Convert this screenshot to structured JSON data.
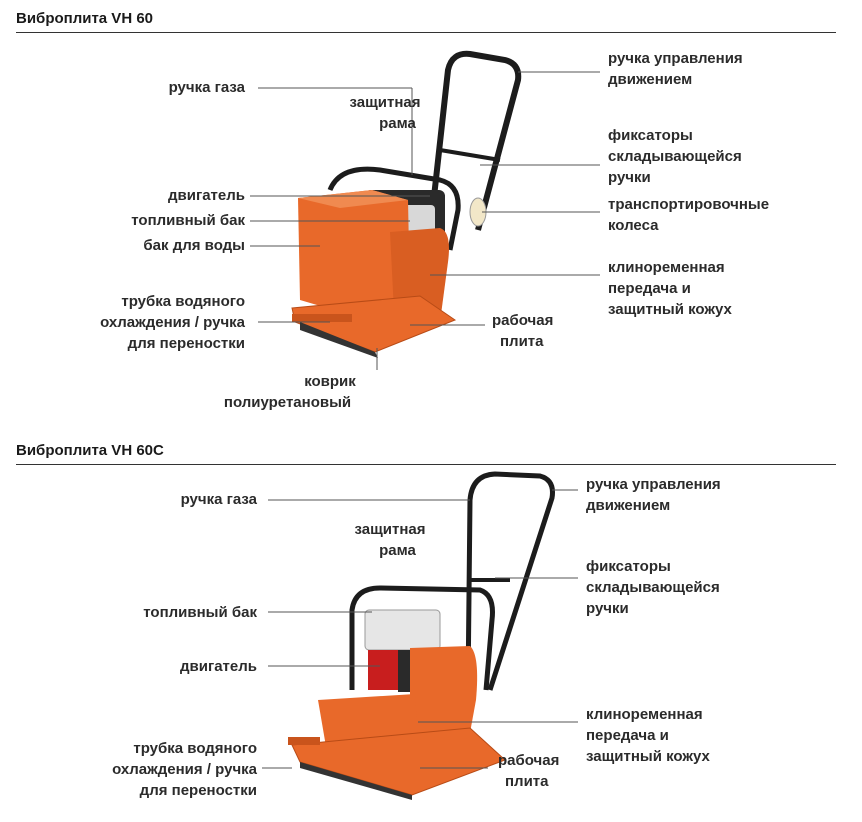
{
  "vh60": {
    "title": "Виброплита VH 60",
    "labels": {
      "throttle": "ручка газа",
      "frame_1": "защитная",
      "frame_2": "рама",
      "handle_1": "ручка управления",
      "handle_2": "движением",
      "locks_1": "фиксаторы",
      "locks_2": "складывающейся",
      "locks_3": "ручки",
      "engine": "двигатель",
      "fuel": "топливный бак",
      "water": "бак для воды",
      "wheels_1": "транспортировочные",
      "wheels_2": "колеса",
      "belt_1": "клиноременная",
      "belt_2": "передача и",
      "belt_3": "защитный кожух",
      "pipe_1": "трубка водяного",
      "pipe_2": "охлаждения / ручка",
      "pipe_3": "для переностки",
      "plate_1": "рабочая",
      "plate_2": "плита",
      "mat_1": "коврик",
      "mat_2": "полиуретановый"
    }
  },
  "vh60c": {
    "title": "Виброплита VH 60C",
    "labels": {
      "throttle": "ручка газа",
      "frame_1": "защитная",
      "frame_2": "рама",
      "handle_1": "ручка управления",
      "handle_2": "движением",
      "locks_1": "фиксаторы",
      "locks_2": "складывающейся",
      "locks_3": "ручки",
      "fuel": "топливный бак",
      "engine": "двигатель",
      "belt_1": "клиноременная",
      "belt_2": "передача и",
      "belt_3": "защитный кожух",
      "pipe_1": "трубка водяного",
      "pipe_2": "охлаждения / ручка",
      "pipe_3": "для переностки",
      "plate_1": "рабочая",
      "plate_2": "плита"
    }
  },
  "colors": {
    "orange": "#e8692a",
    "dark": "#1c1c1c",
    "line": "#555555"
  }
}
